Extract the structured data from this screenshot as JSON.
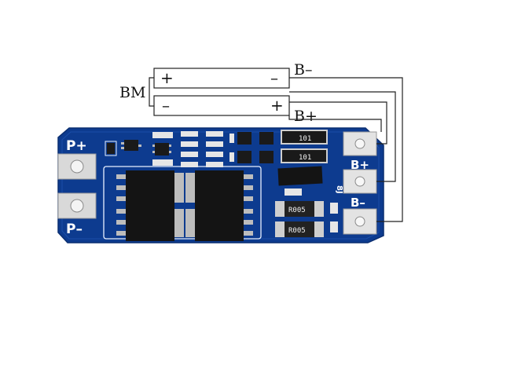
{
  "diagram": {
    "bm_label": "BM",
    "cell_top": {
      "plus": "+",
      "minus": "–"
    },
    "cell_bottom": {
      "minus": "–",
      "plus": "+"
    },
    "wire_labels": {
      "b_minus": "B–",
      "b_plus": "B+"
    },
    "pcb_labels": {
      "p_plus": "P+",
      "p_minus": "P–",
      "b_plus": "B+",
      "b_minus": "B–",
      "ic_mark": "8J",
      "res_top_1": "101",
      "res_top_2": "101",
      "res_big_1": "R005",
      "res_big_2": "R005"
    },
    "colors": {
      "pcb_blue": "#0d3b8f",
      "pad_silver": "#d9d9d9",
      "mosfet_black": "#141414"
    }
  }
}
